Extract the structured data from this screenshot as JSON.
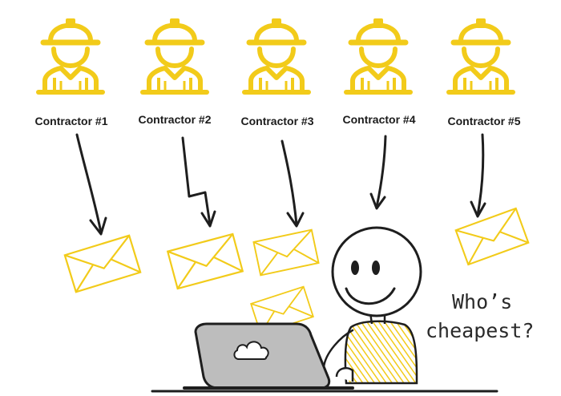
{
  "contractors": [
    {
      "label": "Contractor #1"
    },
    {
      "label": "Contractor #2"
    },
    {
      "label": "Contractor #3"
    },
    {
      "label": "Contractor #4"
    },
    {
      "label": "Contractor #5"
    }
  ],
  "speech": {
    "line1": "Who’s",
    "line2": "cheapest?"
  },
  "colors": {
    "accent": "#F2CB1A",
    "ink": "#1e1e1e",
    "laptop": "#BDBDBD"
  },
  "icons": [
    "hard-hat-worker-icon",
    "envelope-icon",
    "cloud-icon",
    "arrow-icon",
    "stick-figure"
  ]
}
